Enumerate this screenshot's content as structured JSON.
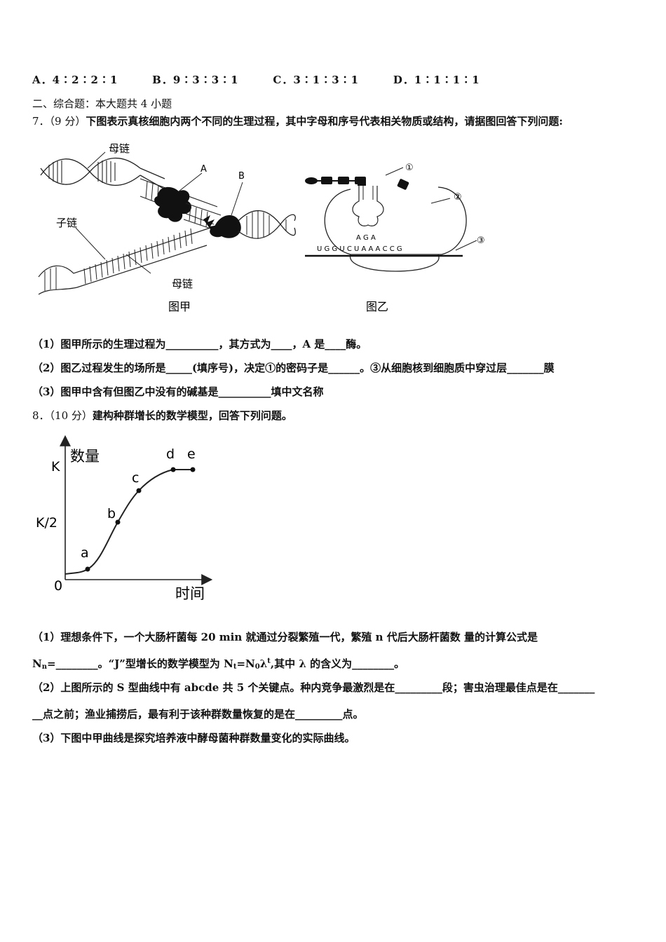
{
  "options": [
    {
      "letter": "A．",
      "value": "4∶2∶2∶1"
    },
    {
      "letter": "B．",
      "value": "9∶3∶3∶1"
    },
    {
      "letter": "C．",
      "value": "3∶1∶3∶1"
    },
    {
      "letter": "D．",
      "value": "1∶1∶1∶1"
    }
  ],
  "section_title": "二、综合题：本大题共 4 小题",
  "q7": {
    "number": "7．",
    "score": "（9 分）",
    "stem": "下图表示真核细胞内两个不同的生理过程，其中字母和序号代表相关物质或结构，请据图回答下列问题:",
    "fig_a": {
      "caption": "图甲",
      "label_parent_top": "母链",
      "label_child": "子链",
      "label_parent_bottom": "母链",
      "label_A": "A",
      "label_B": "B"
    },
    "fig_b": {
      "caption": "图乙",
      "label_1": "①",
      "label_2": "②",
      "label_3": "③",
      "anticodon": "A G A",
      "mrna": "U G G U C U A A A C C G"
    },
    "sub1": "（1）图甲所示的生理过程为__________，其方式为____，A 是____酶。",
    "sub2": "（2）图乙过程发生的场所是_____(填序号)，决定①的密码子是______。③从细胞核到细胞质中穿过层_______膜",
    "sub3": "（3）图甲中含有但图乙中没有的碱基是__________填中文名称"
  },
  "q8": {
    "number": "8．",
    "score": "（10 分）",
    "stem": "建构种群增长的数学模型，回答下列问题。",
    "graph": {
      "y_label": "数量",
      "x_label": "时间",
      "origin": "0",
      "tick_K": "K",
      "tick_K2": "K/2",
      "points": [
        "a",
        "b",
        "c",
        "d",
        "e"
      ]
    },
    "sub1_line1": "（1）理想条件下，一个大肠杆菌每 20 min 就通过分裂繁殖一代，繁殖 n 代后大肠杆菌数 量的计算公式是",
    "sub1_line2_a": "N",
    "sub1_line2_sub_n": "n",
    "sub1_line2_b": "=________。“J”型增长的数学模型为 N",
    "sub1_line2_sub_t": "t",
    "sub1_line2_c": "=N",
    "sub1_line2_sub_0": "0",
    "sub1_line2_d": "λ",
    "sub1_line2_sup_t": "t",
    "sub1_line2_e": ",其中 λ 的含义为________。",
    "sub2_line1": "（2）上图所示的 S 型曲线中有 abcde 共 5 个关键点。种内竞争最激烈是在_________段；害虫治理最佳点是在_______",
    "sub2_line2": "__点之前；渔业捕捞后，最有利于该种群数量恢复的是在_________点。",
    "sub3": "（3）下图中甲曲线是探究培养液中酵母菌种群数量变化的实际曲线。"
  }
}
